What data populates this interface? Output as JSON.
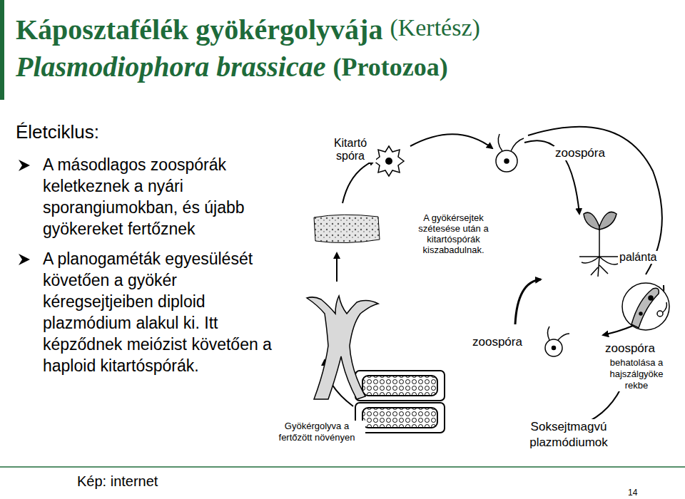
{
  "diagram": {
    "title": "Káposztafélék gyökérgolyvája",
    "labels": [
      "(Kertész)",
      "Plasmodiophora brassicae",
      "(Protozoa)",
      "Életciklus:",
      "A másodlagos zoospórák keletkeznek a nyári sporangiumokban, és újabb gyökereket fertőznek",
      "A planogaméták egyesülését követően a gyökér kéregsejtjeiben diploid plazmódium alakul ki. Itt képződnek meiózist követően a haploid kitartóspórák.",
      "Kitartó spóra",
      "A gyökérsejtek szétesése után a kitartóspórák kiszabadulnak.",
      "zoospóra",
      "palánta",
      "zoospóra",
      "zoospóra",
      "behatolása a hajszálgyöke rekbe",
      "Gyökérgolyva a fertőzött növényen",
      "Soksejtmagvú plazmódiumok",
      "Kép: internet",
      "14"
    ]
  }
}
